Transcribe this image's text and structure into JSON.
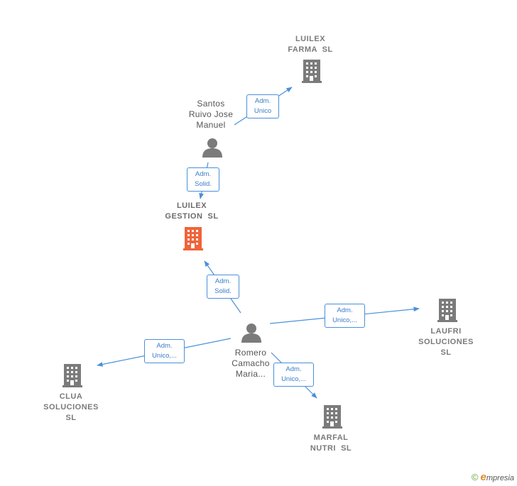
{
  "nodes": {
    "luilex_farma": {
      "label_line1": "LUILEX",
      "label_line2": "FARMA  SL"
    },
    "santos": {
      "label_line1": "Santos",
      "label_line2": "Ruivo Jose",
      "label_line3": "Manuel"
    },
    "luilex_gestion": {
      "label_line1": "LUILEX",
      "label_line2": "GESTION  SL"
    },
    "laufri": {
      "label_line1": "LAUFRI",
      "label_line2": "SOLUCIONES",
      "label_line3": "SL"
    },
    "romero": {
      "label_line1": "Romero",
      "label_line2": "Camacho",
      "label_line3": "Maria..."
    },
    "clua": {
      "label_line1": "CLUA",
      "label_line2": "SOLUCIONES",
      "label_line3": "SL"
    },
    "marfal": {
      "label_line1": "MARFAL",
      "label_line2": "NUTRI  SL"
    }
  },
  "edges": {
    "santos_farma": {
      "line1": "Adm.",
      "line2": "Unico"
    },
    "santos_gestion": {
      "line1": "Adm.",
      "line2": "Solid."
    },
    "romero_gestion": {
      "line1": "Adm.",
      "line2": "Solid."
    },
    "romero_laufri": {
      "line1": "Adm.",
      "line2": "Unico,..."
    },
    "romero_clua": {
      "line1": "Adm.",
      "line2": "Unico,..."
    },
    "romero_marfal": {
      "line1": "Adm.",
      "line2": "Unico,..."
    }
  },
  "colors": {
    "company_icon": "#7b7b7b",
    "focus_company_icon": "#f0643a",
    "person_icon": "#7b7b7b",
    "edge": "#4a90d9"
  },
  "footer": {
    "copyright_symbol": "©",
    "brand_initial": "e",
    "brand_rest": "mpresia"
  }
}
